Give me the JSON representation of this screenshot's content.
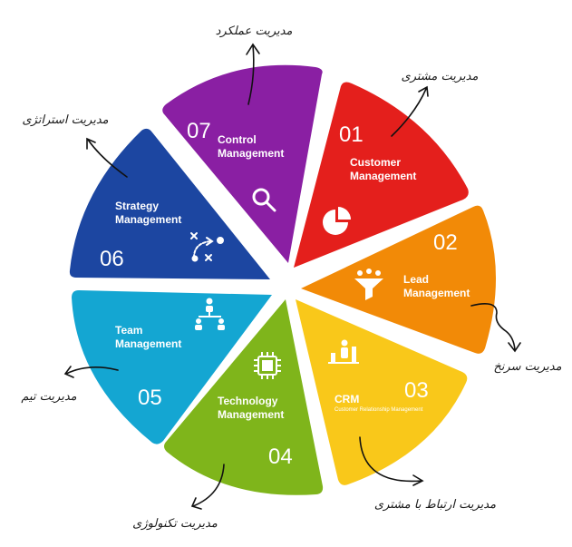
{
  "colors": {
    "purple": "#8a1fa3",
    "red": "#e41f1c",
    "orange": "#f28a07",
    "yellow": "#f9c81a",
    "green": "#7fb51b",
    "cyan": "#14a6d2",
    "navy": "#1c46a1"
  },
  "segments": [
    {
      "id": "control",
      "number": "07",
      "title1": "Control",
      "title2": "Management",
      "subtitle": "",
      "icon": "magnifier-icon",
      "color": "#8a1fa3",
      "note": "مدیریت عملکرد"
    },
    {
      "id": "customer",
      "number": "01",
      "title1": "Customer",
      "title2": "Management",
      "subtitle": "",
      "icon": "pie-chart-icon",
      "color": "#e41f1c",
      "note": "مدیریت مشتری"
    },
    {
      "id": "lead",
      "number": "02",
      "title1": "Lead",
      "title2": "Management",
      "subtitle": "",
      "icon": "funnel-icon",
      "color": "#f28a07",
      "note": "مدیریت سرنخ"
    },
    {
      "id": "crm",
      "number": "03",
      "title1": "CRM",
      "title2": "",
      "subtitle": "Customer Relationship Management",
      "icon": "people-chart-icon",
      "color": "#f9c81a",
      "note": "مدیریت ارتباط با مشتری"
    },
    {
      "id": "technology",
      "number": "04",
      "title1": "Technology",
      "title2": "Management",
      "subtitle": "",
      "icon": "chip-icon",
      "color": "#7fb51b",
      "note": "مدیریت تکنولوژی"
    },
    {
      "id": "team",
      "number": "05",
      "title1": "Team",
      "title2": "Management",
      "subtitle": "",
      "icon": "org-chart-icon",
      "color": "#14a6d2",
      "note": "مدیریت تیم"
    },
    {
      "id": "strategy",
      "number": "06",
      "title1": "Strategy",
      "title2": "Management",
      "subtitle": "",
      "icon": "tactics-icon",
      "color": "#1c46a1",
      "note": "مدیریت استراتژی"
    }
  ]
}
